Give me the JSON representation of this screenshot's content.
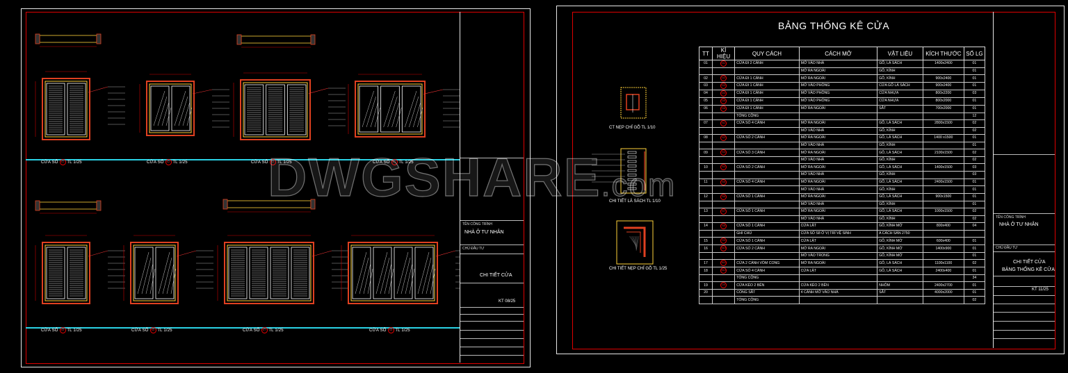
{
  "watermark": {
    "main": "DWGSHARE",
    "suffix": ".com"
  },
  "left_sheet": {
    "elevations_top": [
      {
        "number": "S1",
        "prefix": "CỬA SỔ",
        "scale": "TL 1/25"
      },
      {
        "number": "S2",
        "prefix": "CỬA SỔ",
        "scale": "TL 1/25"
      },
      {
        "number": "S3",
        "prefix": "CỬA SỔ",
        "scale": "TL 1/25"
      },
      {
        "number": "S4",
        "prefix": "CỬA SỔ",
        "scale": "TL 1/25"
      }
    ],
    "elevations_bottom": [
      {
        "number": "S5",
        "prefix": "CỬA SỔ",
        "scale": "TL 1/25"
      },
      {
        "number": "S6",
        "prefix": "CỬA SỔ",
        "scale": "TL 1/25"
      },
      {
        "number": "S7",
        "prefix": "CỬA SỔ",
        "scale": "TL 1/25"
      },
      {
        "number": "S8",
        "prefix": "CỬA SỔ",
        "scale": "TL 1/25"
      }
    ],
    "title_block": {
      "project": "NHÀ Ở TƯ NHÂN",
      "drawing": "CHI TIẾT CỬA",
      "sheet_no": "KT 08/25"
    }
  },
  "right_sheet": {
    "title": "BẢNG THỐNG KÊ CỬA",
    "details": [
      "CT NẸP CHỈ GỖ TL 1/10",
      "CHI TIẾT LÁ SÁCH TL 1/10",
      "CHI TIẾT NẸP CHỈ GỖ TL 1/25"
    ],
    "table": {
      "headers": [
        "TT",
        "KÍ HIỆU",
        "QUY CÁCH",
        "CÁCH MỞ",
        "VẬT LIỆU",
        "KÍCH THƯỚC",
        "SỐ LG"
      ],
      "rows": [
        {
          "tt": "01",
          "sym": "D1",
          "spec": "CỬA ĐI 2 CÁNH",
          "open": "MỞ VÀO NHÀ",
          "mat": "GỖ, LÁ SÁCH",
          "size": "1400x2400",
          "qty": "01"
        },
        {
          "tt": "",
          "sym": "",
          "spec": "",
          "open": "MỞ RA NGOÀI",
          "mat": "GỖ, KÍNH",
          "size": "",
          "qty": "01"
        },
        {
          "tt": "02",
          "sym": "D2",
          "spec": "CỬA ĐI 1 CÁNH",
          "open": "MỞ RA NGOÀI",
          "mat": "GỖ, KÍNH",
          "size": "900x2400",
          "qty": "01"
        },
        {
          "tt": "03",
          "sym": "D3",
          "spec": "CỬA ĐI 1 CÁNH",
          "open": "MỞ VÀO PHÒNG",
          "mat": "CỬA GỖ LÁ SÁCH",
          "size": "900x2400",
          "qty": "01"
        },
        {
          "tt": "04",
          "sym": "D4",
          "spec": "CỬA ĐI 1 CÁNH",
          "open": "MỞ VÀO PHÒNG",
          "mat": "CỬA NHỰA",
          "size": "800x2200",
          "qty": "03"
        },
        {
          "tt": "05",
          "sym": "D5",
          "spec": "CỬA ĐI 1 CÁNH",
          "open": "MỞ VÀO PHÒNG",
          "mat": "CỬA NHỰA",
          "size": "800x2000",
          "qty": "01"
        },
        {
          "tt": "06",
          "sym": "D6",
          "spec": "CỬA ĐI 1 CÁNH",
          "open": "MỞ RA NGOÀI",
          "mat": "SẮT",
          "size": "700x2000",
          "qty": "01"
        },
        {
          "tt": "",
          "sym": "",
          "spec": "TỔNG CỘNG",
          "open": "",
          "mat": "",
          "size": "",
          "qty": "12"
        },
        {
          "tt": "07",
          "sym": "S1",
          "spec": "CỬA SỔ 4 CÁNH",
          "open": "MỞ RA NGOÀI",
          "mat": "GỖ, LÁ SÁCH",
          "size": "2800x1500",
          "qty": "02"
        },
        {
          "tt": "",
          "sym": "",
          "spec": "",
          "open": "MỞ VÀO NHÀ",
          "mat": "GỖ, KÍNH",
          "size": "",
          "qty": "02"
        },
        {
          "tt": "08",
          "sym": "S2",
          "spec": "CỬA SỔ 2 CÁNH",
          "open": "MỞ RA NGOÀI",
          "mat": "GỖ, LÁ SÁCH",
          "size": "1400 x1500",
          "qty": "01"
        },
        {
          "tt": "",
          "sym": "",
          "spec": "",
          "open": "MỞ VÀO NHÀ",
          "mat": "GỖ, KÍNH",
          "size": "",
          "qty": "01"
        },
        {
          "tt": "09",
          "sym": "S3",
          "spec": "CỬA SỔ 3 CÁNH",
          "open": "MỞ RA NGOÀI",
          "mat": "GỖ, LÁ SÁCH",
          "size": "2100x1500",
          "qty": "02"
        },
        {
          "tt": "",
          "sym": "",
          "spec": "",
          "open": "MỞ VÀO NHÀ",
          "mat": "GỖ, KÍNH",
          "size": "",
          "qty": "02"
        },
        {
          "tt": "10",
          "sym": "S4",
          "spec": "CỬA SỔ 2 CÁNH",
          "open": "MỞ RA NGOÀI",
          "mat": "GỖ, LÁ SÁCH",
          "size": "1400x1500",
          "qty": "03"
        },
        {
          "tt": "",
          "sym": "",
          "spec": "",
          "open": "MỞ VÀO NHÀ",
          "mat": "GỖ, KÍNH",
          "size": "",
          "qty": "03"
        },
        {
          "tt": "11",
          "sym": "S5",
          "spec": "CỬA SỔ 4 CÁNH",
          "open": "MỞ RA NGOÀI",
          "mat": "GỖ, LÁ SÁCH",
          "size": "2400x1500",
          "qty": "01"
        },
        {
          "tt": "",
          "sym": "",
          "spec": "",
          "open": "MỞ VÀO NHÀ",
          "mat": "GỖ, KÍNH",
          "size": "",
          "qty": "01"
        },
        {
          "tt": "12",
          "sym": "S6",
          "spec": "CỬA SỔ 1 CÁNH",
          "open": "MỞ RA NGOÀI",
          "mat": "GỖ, LÁ SÁCH",
          "size": "900x1500",
          "qty": "01"
        },
        {
          "tt": "",
          "sym": "",
          "spec": "",
          "open": "MỞ VÀO NHÀ",
          "mat": "GỖ, KÍNH",
          "size": "",
          "qty": "01"
        },
        {
          "tt": "13",
          "sym": "S7",
          "spec": "CỬA SỔ 1 CÁNH",
          "open": "MỞ RA NGOÀI",
          "mat": "GỖ, LÁ SÁCH",
          "size": "1000x1500",
          "qty": "02"
        },
        {
          "tt": "",
          "sym": "",
          "spec": "",
          "open": "MỞ VÀO NHÀ",
          "mat": "GỖ, KÍNH",
          "size": "",
          "qty": "02"
        },
        {
          "tt": "14",
          "sym": "S8",
          "spec": "CỬA SỔ 1 CÁNH",
          "open": "CỬA LẬT",
          "mat": "GỖ, KÍNH MỜ",
          "size": "800x400",
          "qty": "04"
        },
        {
          "tt": "",
          "sym": "",
          "spec": "GHI CHÚ",
          "open": "CỬA SỔ S8 Ở VỊ TRÍ VỆ SINH",
          "mat": "A CÁCH SÀN 2750",
          "size": "",
          "qty": ""
        },
        {
          "tt": "15",
          "sym": "S9",
          "spec": "CỬA SỔ 1 CÁNH",
          "open": "CỬA LẬT",
          "mat": "GỖ, KÍNH MỜ",
          "size": "600x400",
          "qty": "01"
        },
        {
          "tt": "16",
          "sym": "S10",
          "spec": "CỬA SỔ 2 CÁNH",
          "open": "MỞ RA NGOÀI",
          "mat": "GỖ, KÍNH MỜ",
          "size": "1400x900",
          "qty": "01"
        },
        {
          "tt": "",
          "sym": "",
          "spec": "",
          "open": "MỞ VÀO TRONG",
          "mat": "GỖ, KÍNH MỜ",
          "size": "",
          "qty": "01"
        },
        {
          "tt": "17",
          "sym": "S11",
          "spec": "CỬA 2 CÁNH VÒM CONG",
          "open": "MỞ RA NGOÀI",
          "mat": "GỖ, LÁ SÁCH",
          "size": "1100x1100",
          "qty": "02"
        },
        {
          "tt": "18",
          "sym": "S12",
          "spec": "CỬA SỔ 4 CÁNH",
          "open": "CỬA LẬT",
          "mat": "GỖ, LÁ SÁCH",
          "size": "2400x400",
          "qty": "01"
        },
        {
          "tt": "",
          "sym": "",
          "spec": "TỔNG CỘNG",
          "open": "",
          "mat": "",
          "size": "",
          "qty": "34"
        },
        {
          "tt": "19",
          "sym": "CK",
          "spec": "CỬA KÉO 2 BÊN",
          "open": "CỬA KÉO 2 BÊN",
          "mat": "NHÔM",
          "size": "2400x2700",
          "qty": "01"
        },
        {
          "tt": "20",
          "sym": "",
          "spec": "CỔNG SẮT",
          "open": "4 CÁNH MỞ VÀO NHÀ",
          "mat": "SẮT",
          "size": "4000x2000",
          "qty": "01"
        },
        {
          "tt": "",
          "sym": "",
          "spec": "TỔNG CỘNG",
          "open": "",
          "mat": "",
          "size": "",
          "qty": "02"
        }
      ]
    },
    "title_block": {
      "project": "NHÀ Ở TƯ NHÂN",
      "drawing_1": "CHI TIẾT CỬA",
      "drawing_2": "BẢNG THỐNG KÊ CỬA",
      "sheet_no": "KT 11/25"
    }
  }
}
